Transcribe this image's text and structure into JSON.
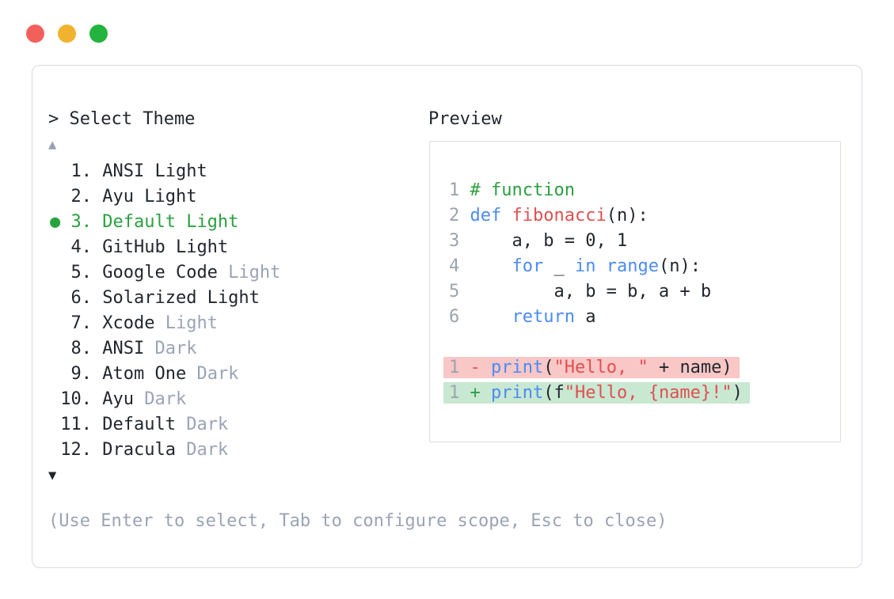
{
  "window": {
    "traffic_lights": [
      {
        "name": "close",
        "color": "#f2605c"
      },
      {
        "name": "minimize",
        "color": "#f1b32f"
      },
      {
        "name": "maximize",
        "color": "#24b33e"
      }
    ]
  },
  "selector": {
    "prompt": "> Select Theme",
    "scroll_up_glyph": "▲",
    "scroll_down_glyph": "▼",
    "selected_color": "#2aa13f",
    "muted_color": "#9aa4b6",
    "items": [
      {
        "number": " 1.",
        "name": "ANSI Light",
        "muted": "",
        "selected": false
      },
      {
        "number": " 2.",
        "name": "Ayu Light",
        "muted": "",
        "selected": false
      },
      {
        "number": " 3.",
        "name": "Default Light",
        "muted": "",
        "selected": true
      },
      {
        "number": " 4.",
        "name": "GitHub Light",
        "muted": "",
        "selected": false
      },
      {
        "number": " 5.",
        "name": "Google Code",
        "muted": "Light",
        "selected": false
      },
      {
        "number": " 6.",
        "name": "Solarized Light",
        "muted": "",
        "selected": false
      },
      {
        "number": " 7.",
        "name": "Xcode",
        "muted": "Light",
        "selected": false
      },
      {
        "number": " 8.",
        "name": "ANSI",
        "muted": "Dark",
        "selected": false
      },
      {
        "number": " 9.",
        "name": "Atom One",
        "muted": "Dark",
        "selected": false
      },
      {
        "number": "10.",
        "name": "Ayu",
        "muted": "Dark",
        "selected": false
      },
      {
        "number": "11.",
        "name": "Default",
        "muted": "Dark",
        "selected": false
      },
      {
        "number": "12.",
        "name": "Dracula",
        "muted": "Dark",
        "selected": false
      }
    ],
    "hint": "(Use Enter to select, Tab to configure scope, Esc to close)"
  },
  "preview": {
    "title": "Preview",
    "syntax_colors": {
      "keyword": "#4b8bf5",
      "function": "#e0504f",
      "string": "#e0504f",
      "comment": "#2e9e40",
      "line_number": "#9ba3ad",
      "text": "#22272f"
    },
    "diff_colors": {
      "removed_bg": "#f8c7c6",
      "added_bg": "#c8e8d2"
    },
    "code_lines": [
      {
        "num": "1",
        "tokens": [
          {
            "t": "# function",
            "c": "com"
          }
        ]
      },
      {
        "num": "2",
        "tokens": [
          {
            "t": "def",
            "c": "kw"
          },
          {
            "t": " ",
            "c": "pl"
          },
          {
            "t": "fibonacci",
            "c": "fn"
          },
          {
            "t": "(n):",
            "c": "pl"
          }
        ]
      },
      {
        "num": "3",
        "tokens": [
          {
            "t": "    a, b = 0, 1",
            "c": "pl"
          }
        ]
      },
      {
        "num": "4",
        "tokens": [
          {
            "t": "    ",
            "c": "pl"
          },
          {
            "t": "for",
            "c": "kw"
          },
          {
            "t": " _ ",
            "c": "pl"
          },
          {
            "t": "in",
            "c": "kw"
          },
          {
            "t": " ",
            "c": "pl"
          },
          {
            "t": "range",
            "c": "kw"
          },
          {
            "t": "(n):",
            "c": "pl"
          }
        ]
      },
      {
        "num": "5",
        "tokens": [
          {
            "t": "        a, b = b, a + b",
            "c": "pl"
          }
        ]
      },
      {
        "num": "6",
        "tokens": [
          {
            "t": "    ",
            "c": "pl"
          },
          {
            "t": "return",
            "c": "kw"
          },
          {
            "t": " a",
            "c": "pl"
          }
        ]
      }
    ],
    "diff_lines": [
      {
        "num": "1",
        "kind": "removed",
        "tokens": [
          {
            "t": " ",
            "c": "pl"
          },
          {
            "t": "-",
            "c": "minus"
          },
          {
            "t": " ",
            "c": "pl"
          },
          {
            "t": "print",
            "c": "kw"
          },
          {
            "t": "(",
            "c": "pl"
          },
          {
            "t": "\"Hello, \"",
            "c": "str"
          },
          {
            "t": " + name)",
            "c": "pl"
          }
        ]
      },
      {
        "num": "1",
        "kind": "added",
        "tokens": [
          {
            "t": " ",
            "c": "pl"
          },
          {
            "t": "+",
            "c": "plus"
          },
          {
            "t": " ",
            "c": "pl"
          },
          {
            "t": "print",
            "c": "kw"
          },
          {
            "t": "(f",
            "c": "pl"
          },
          {
            "t": "\"Hello, {name}!\"",
            "c": "str"
          },
          {
            "t": ")",
            "c": "pl"
          }
        ]
      }
    ]
  }
}
